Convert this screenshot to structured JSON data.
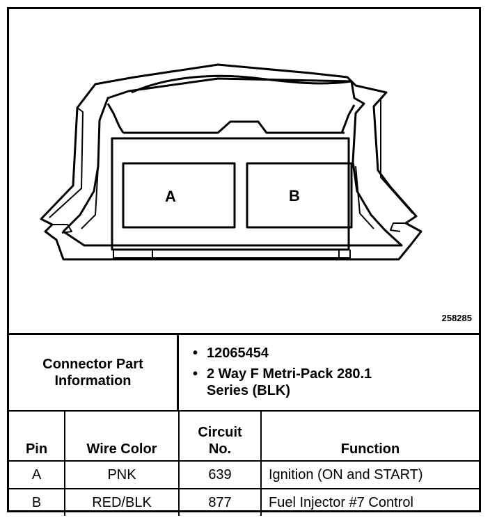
{
  "figure": {
    "number": "258285",
    "pins": [
      "A",
      "B"
    ]
  },
  "connector": {
    "label": "Connector Part Information",
    "label_line1": "Connector Part",
    "label_line2": "Information",
    "items": [
      "12065454",
      "2 Way F Metri-Pack 280.1 Series (BLK)"
    ],
    "item2_line1": "2 Way F Metri-Pack 280.1",
    "item2_line2": "Series (BLK)"
  },
  "table": {
    "headers": {
      "pin": "Pin",
      "wire_color": "Wire Color",
      "circuit_line1": "Circuit",
      "circuit_line2": "No.",
      "function": "Function"
    },
    "rows": [
      {
        "pin": "A",
        "wire_color": "PNK",
        "circuit": "639",
        "function": "Ignition (ON and START)"
      },
      {
        "pin": "B",
        "wire_color": "RED/BLK",
        "circuit": "877",
        "function": "Fuel Injector #7 Control"
      }
    ]
  }
}
